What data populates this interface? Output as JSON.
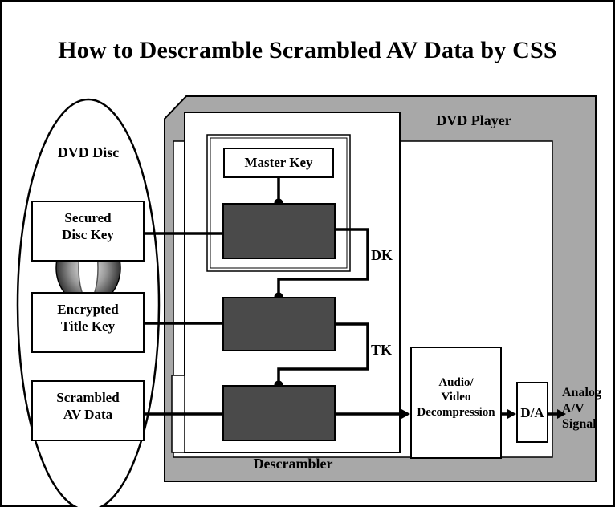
{
  "diagram": {
    "title": "How to Descramble Scrambled AV Data by CSS",
    "dvd_disc": {
      "label": "DVD Disc",
      "secured_disc_key": "Secured\nDisc Key",
      "encrypted_title_key": "Encrypted\nTitle Key",
      "scrambled_av_data": "Scrambled\nAV Data"
    },
    "dvd_player": {
      "label": "DVD Player",
      "master_key": "Master Key",
      "descrambler": "Descrambler",
      "decompression": "Audio/\nVideo\nDecompression",
      "da": "D/A",
      "output": "Analog\nA/V\nSignal"
    },
    "edges": {
      "dk": "DK",
      "tk": "TK"
    }
  }
}
